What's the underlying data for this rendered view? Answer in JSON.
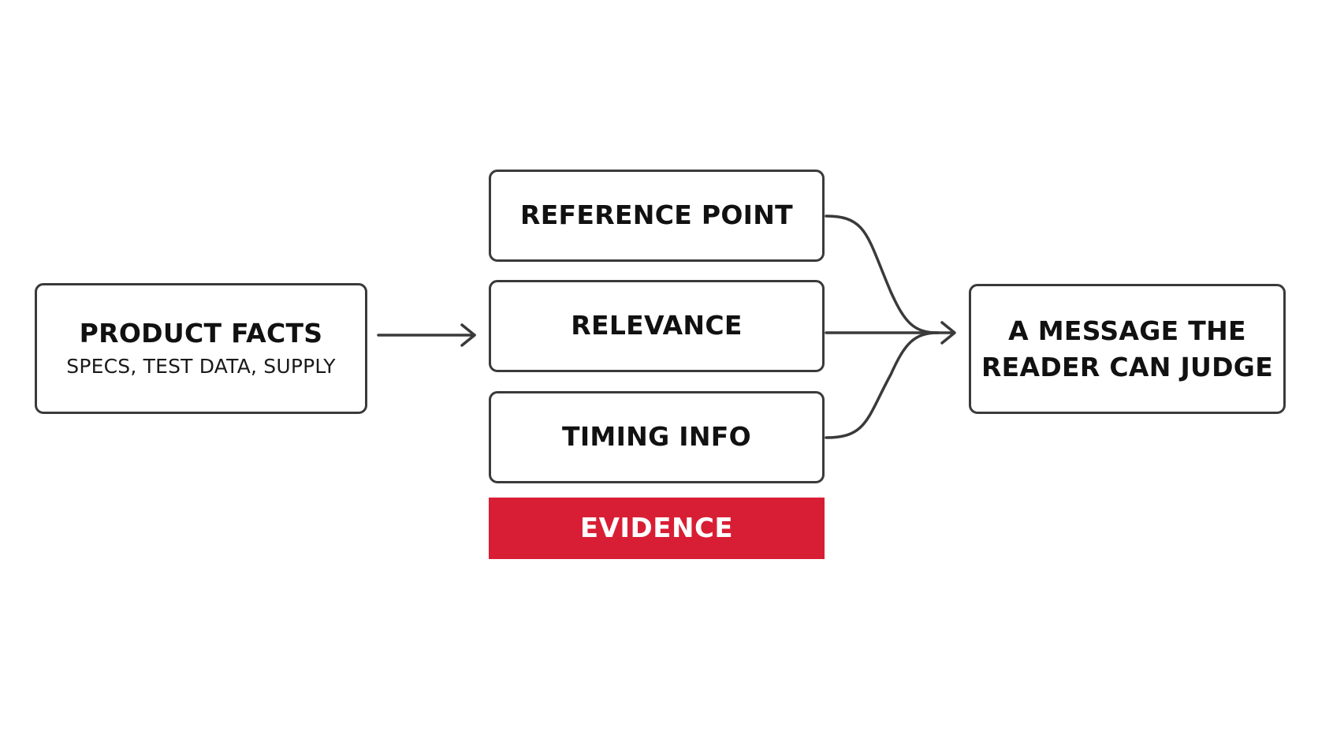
{
  "input": {
    "title": "PRODUCT FACTS",
    "subtitle": "SPECS, TEST DATA, SUPPLY"
  },
  "context_items": [
    {
      "label": "REFERENCE POINT"
    },
    {
      "label": "RELEVANCE"
    },
    {
      "label": "TIMING INFO"
    }
  ],
  "evidence": {
    "label": "EVIDENCE",
    "color": "#d81e34"
  },
  "output": {
    "line1": "A MESSAGE THE",
    "line2": "READER CAN JUDGE"
  }
}
